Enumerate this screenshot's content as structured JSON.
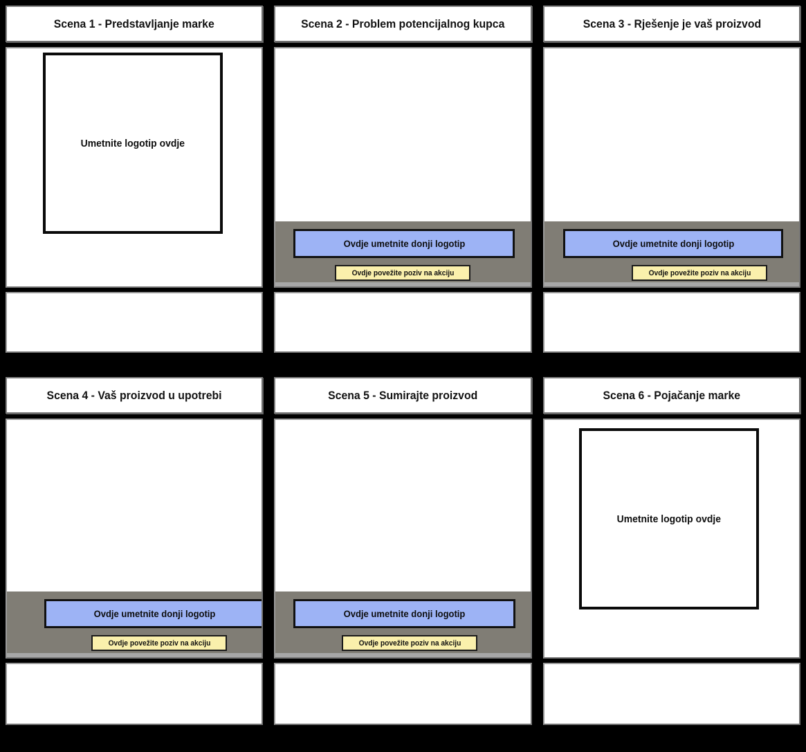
{
  "page": {
    "background_color": "#000000",
    "panel_gray": "#807d75",
    "logo_button_color": "#9db3f5",
    "cta_button_color": "#faf0ac",
    "border_gray": "#9b9b9b"
  },
  "labels": {
    "logo_placeholder": "Umetnite logotip ovdje",
    "bottom_logo_placeholder": "Ovdje umetnite donji logotip",
    "cta_placeholder": "Ovdje povežite poziv na akciju"
  },
  "panels": [
    {
      "id": "scene-1",
      "title": "Scena 1 - Predstavljanje marke",
      "has_logo_box": true,
      "has_action_bar": false,
      "logo_label": "Umetnite logotip ovdje",
      "caption": ""
    },
    {
      "id": "scene-2",
      "title": "Scena 2 - Problem potencijalnog kupca",
      "has_logo_box": false,
      "has_action_bar": true,
      "bottom_logo_label": "Ovdje umetnite donji logotip",
      "cta_label": "Ovdje povežite poziv na akciju",
      "caption": ""
    },
    {
      "id": "scene-3",
      "title": "Scena 3 - Rješenje je vaš proizvod",
      "has_logo_box": false,
      "has_action_bar": true,
      "bottom_logo_label": "Ovdje umetnite donji logotip",
      "cta_label": "Ovdje povežite poziv na akciju",
      "caption": ""
    },
    {
      "id": "scene-4",
      "title": "Scena 4 - Vaš proizvod u upotrebi",
      "has_logo_box": false,
      "has_action_bar": true,
      "bottom_logo_label": "Ovdje umetnite donji logotip",
      "cta_label": "Ovdje povežite poziv na akciju",
      "caption": ""
    },
    {
      "id": "scene-5",
      "title": "Scena 5 - Sumirajte proizvod",
      "has_logo_box": false,
      "has_action_bar": true,
      "bottom_logo_label": "Ovdje umetnite donji logotip",
      "cta_label": "Ovdje povežite poziv na akciju",
      "caption": ""
    },
    {
      "id": "scene-6",
      "title": "Scena 6 - Pojačanje marke",
      "has_logo_box": true,
      "has_action_bar": false,
      "logo_label": "Umetnite logotip ovdje",
      "caption": ""
    }
  ]
}
